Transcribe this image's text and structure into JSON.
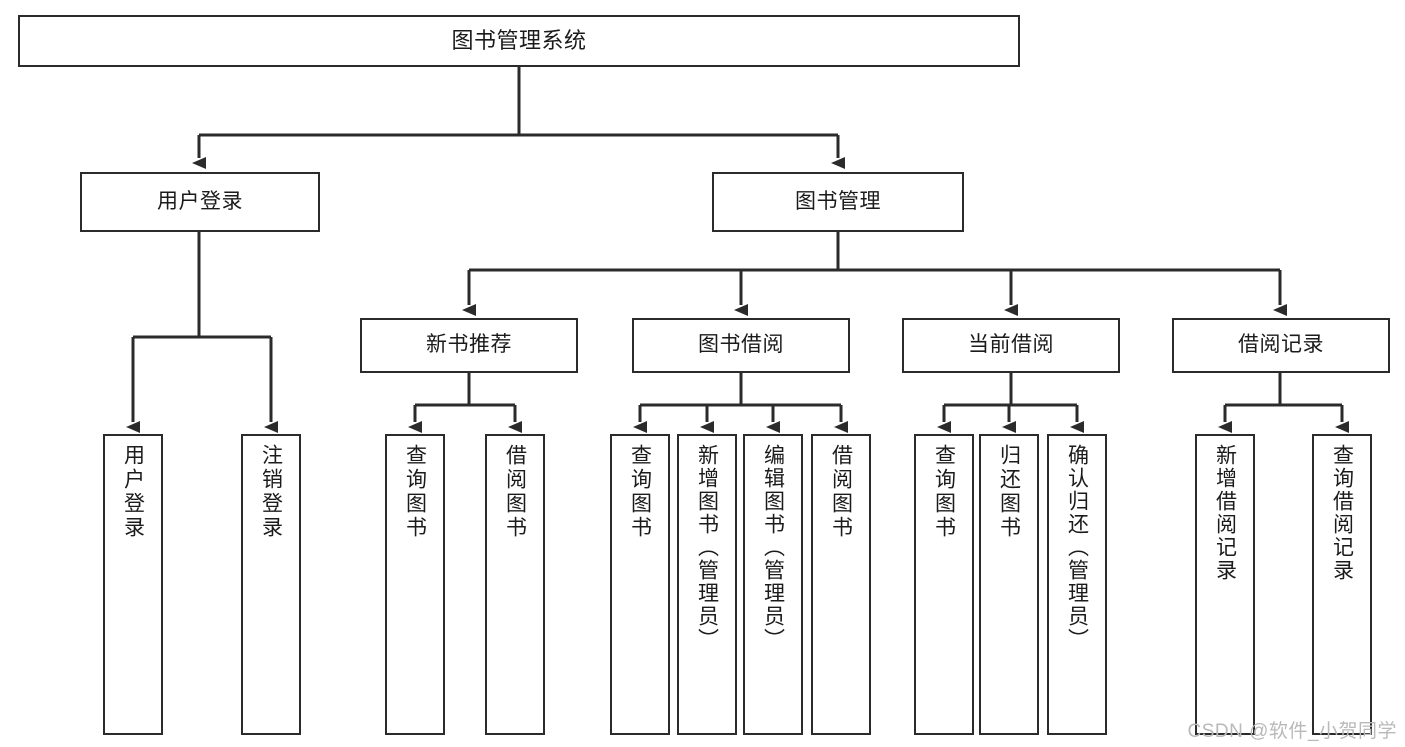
{
  "diagram": {
    "title": "图书管理系统",
    "type": "tree-hierarchy-diagram",
    "root": {
      "label": "图书管理系统"
    },
    "level2": [
      {
        "label": "用户登录"
      },
      {
        "label": "图书管理"
      }
    ],
    "level3": [
      {
        "label": "新书推荐",
        "parent": "图书管理"
      },
      {
        "label": "图书借阅",
        "parent": "图书管理"
      },
      {
        "label": "当前借阅",
        "parent": "图书管理"
      },
      {
        "label": "借阅记录",
        "parent": "图书管理"
      }
    ],
    "leaves": {
      "user_login": [
        {
          "label": "用户登录"
        },
        {
          "label": "注销登录"
        }
      ],
      "new_book_recommend": [
        {
          "label": "查询图书"
        },
        {
          "label": "借阅图书"
        }
      ],
      "book_borrow": [
        {
          "label": "查询图书"
        },
        {
          "label": "新增图书（管理员）"
        },
        {
          "label": "编辑图书（管理员）"
        },
        {
          "label": "借阅图书"
        }
      ],
      "current_borrow": [
        {
          "label": "查询图书"
        },
        {
          "label": "归还图书"
        },
        {
          "label": "确认归还（管理员）"
        }
      ],
      "borrow_record": [
        {
          "label": "新增借阅记录"
        },
        {
          "label": "查询借阅记录"
        }
      ]
    },
    "colors": {
      "stroke": "#2b2b2b",
      "fill": "#ffffff",
      "text": "#1b1b1b",
      "watermark": "#b9b9b9"
    }
  },
  "watermark": {
    "text": "CSDN @软件_小贺同学"
  }
}
